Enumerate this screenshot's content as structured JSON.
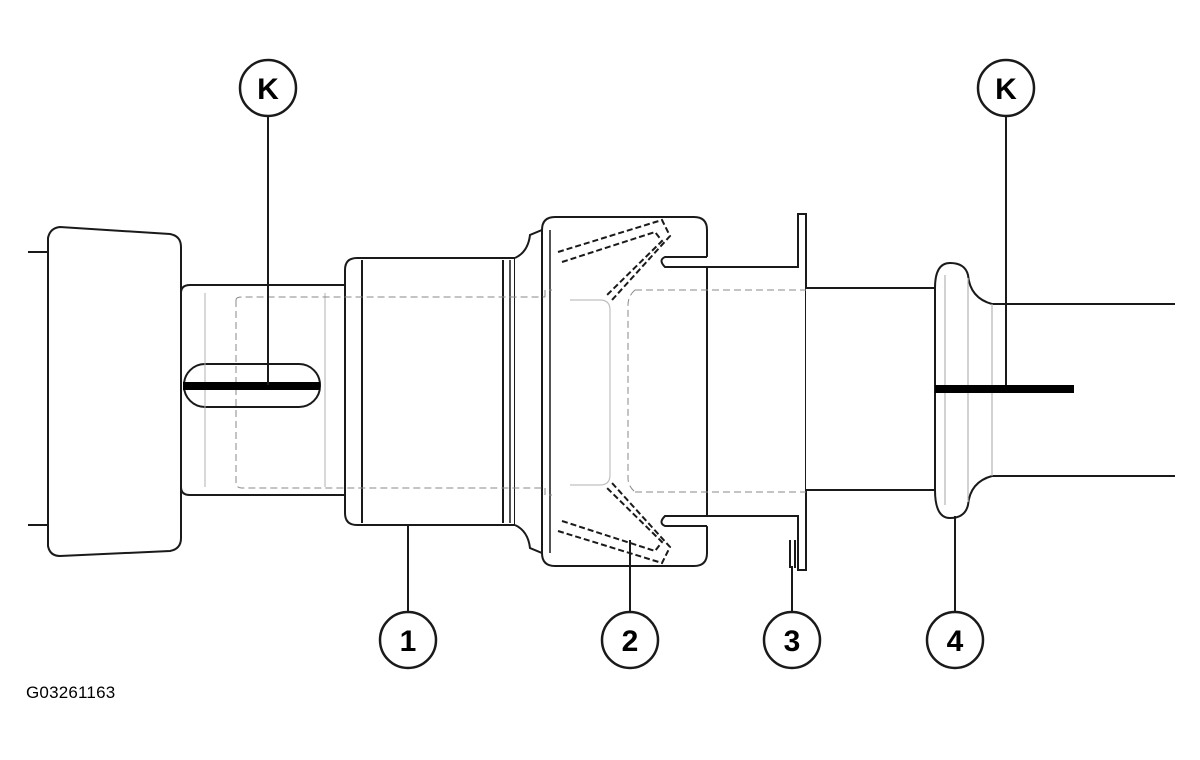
{
  "callouts": {
    "k_left": "K",
    "k_right": "K",
    "c1": "1",
    "c2": "2",
    "c3": "3",
    "c4": "4"
  },
  "figure_code": "G03261163",
  "colors": {
    "line": "#1a1a1a",
    "hidden_line": "#8a8a8a",
    "mark": "#000000",
    "background": "#ffffff"
  }
}
